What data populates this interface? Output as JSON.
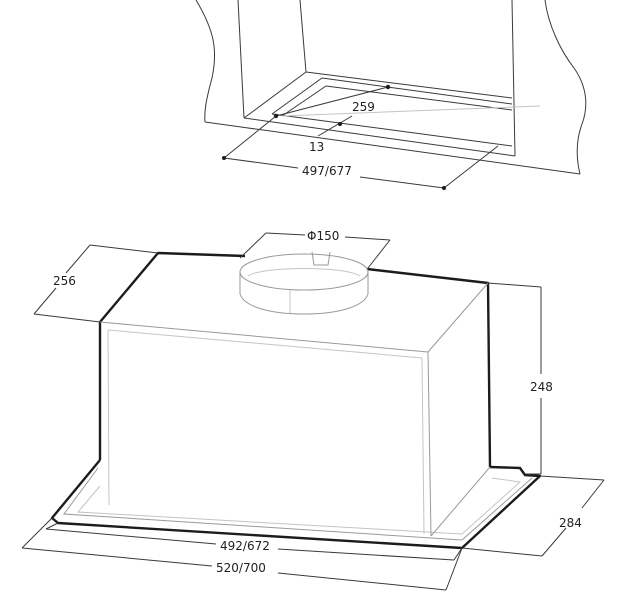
{
  "top_view": {
    "inner_depth_label": "259",
    "gap_label": "13",
    "cutout_width_label": "497/677"
  },
  "main_view": {
    "duct_diameter_label": "Φ150",
    "depth_label": "256",
    "height_label": "248",
    "flange_depth_label": "284",
    "body_width_label": "492/672",
    "overall_width_label": "520/700"
  },
  "colors": {
    "line": "#1c1c1c",
    "soft_line": "#9a9a9a",
    "background": "#ffffff"
  }
}
